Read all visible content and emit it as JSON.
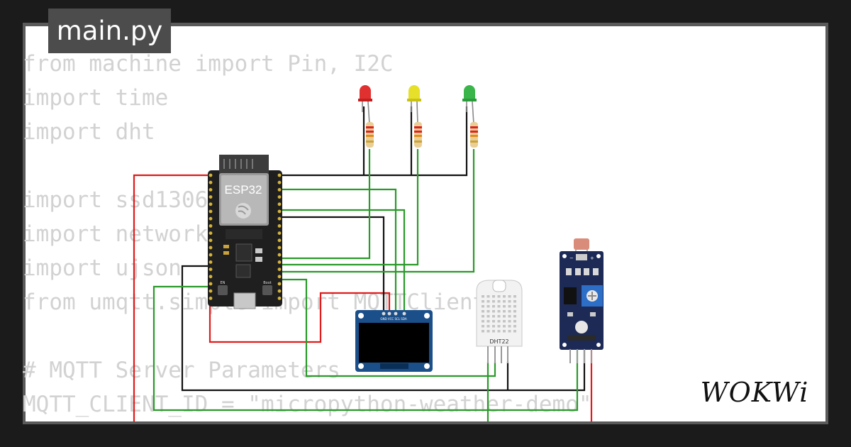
{
  "tab": {
    "filename": "main.py"
  },
  "code_lines": [
    "from machine import Pin, I2C",
    "import time",
    "import dht",
    "",
    "import ssd1306",
    "import network",
    "import ujson",
    "from umqtt.simple import MQTTClient",
    "",
    "# MQTT Server Parameters",
    "MQTT_CLIENT_ID = \"micropython-weather-demo\""
  ],
  "components": {
    "esp32_label": "ESP32",
    "esp32_en_label": "EN",
    "esp32_boot_label": "Boot",
    "oled_pins": "GND VCC SCL SDA",
    "dht_label": "DHT22",
    "ldr_minus": "−",
    "ldr_plus": "+"
  },
  "colors": {
    "wire_red": "#e01b1b",
    "wire_green": "#2a9a2a",
    "wire_black": "#111111",
    "led_red": "#e03030",
    "led_yellow": "#e6e02a",
    "led_green": "#3ab54a",
    "board": "#1f1f1f",
    "ldr_board": "#1c2a55"
  },
  "logo": {
    "text": "WOKWi"
  }
}
